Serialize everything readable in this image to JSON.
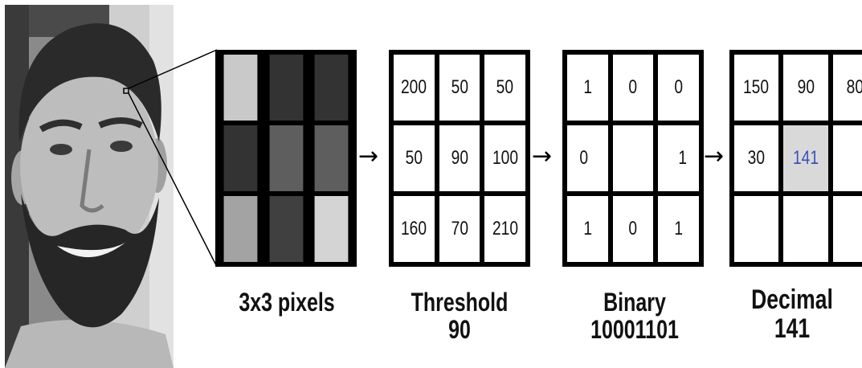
{
  "colors": {
    "pixel_grid": [
      [
        "#c9c9c9",
        "#333333",
        "#333333"
      ],
      [
        "#333333",
        "#5e5e5e",
        "#5e5e5e"
      ],
      [
        "#a3a3a3",
        "#404040",
        "#d4d4d4"
      ]
    ],
    "highlight_text": "#3b4fb8",
    "highlight_bg": "#d9d9d9"
  },
  "threshold_grid": [
    [
      "200",
      "50",
      "50"
    ],
    [
      "50",
      "90",
      "100"
    ],
    [
      "160",
      "70",
      "210"
    ]
  ],
  "binary_grid": [
    [
      "1",
      "0",
      "0"
    ],
    [
      "0",
      "",
      "1"
    ],
    [
      "1",
      "0",
      "1"
    ]
  ],
  "decimal_grid": [
    [
      "150",
      "90",
      "80"
    ],
    [
      "30",
      "141",
      ""
    ],
    [
      "",
      "",
      ""
    ]
  ],
  "arrow_glyph": "→",
  "captions": {
    "pixels": "3x3 pixels",
    "threshold_title": "Threshold",
    "threshold_value": "90",
    "binary_title": "Binary",
    "binary_value": "10001101",
    "decimal_title": "Decimal",
    "decimal_value": "141"
  }
}
